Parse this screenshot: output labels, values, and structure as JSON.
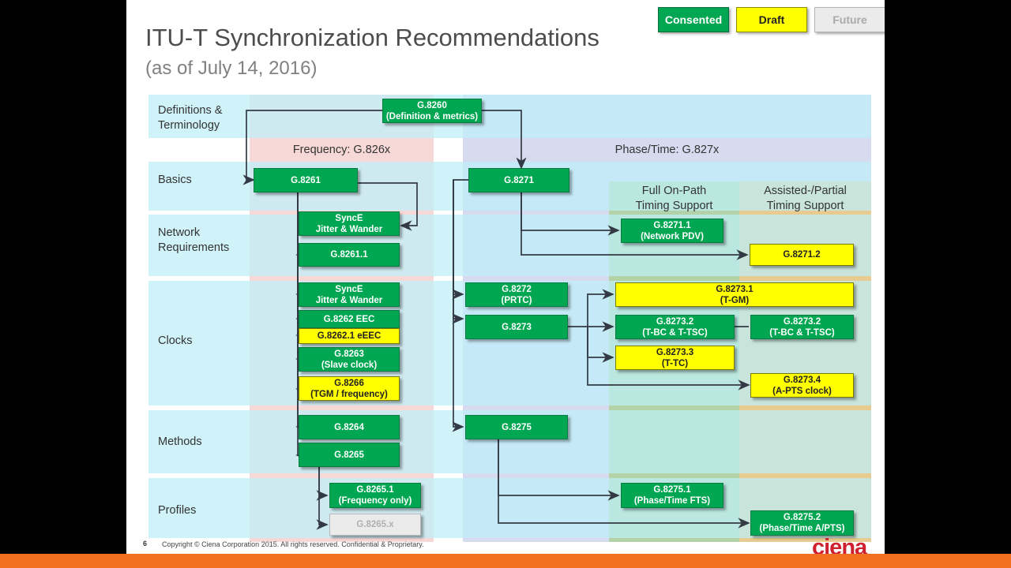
{
  "title": "ITU-T Synchronization Recommendations",
  "subtitle": "(as of July 14, 2016)",
  "legend": [
    {
      "label": "Consented",
      "color": "#00a651",
      "style": "green"
    },
    {
      "label": "Draft",
      "color": "#ffff00",
      "style": "yellow"
    },
    {
      "label": "Future",
      "color": "#ebebeb",
      "style": "grey"
    }
  ],
  "row_labels": [
    {
      "line1": "Definitions &",
      "line2": "Terminology"
    },
    {
      "line1": "Basics",
      "line2": ""
    },
    {
      "line1": "Network",
      "line2": "Requirements"
    },
    {
      "line1": "Clocks",
      "line2": ""
    },
    {
      "line1": "Methods",
      "line2": ""
    },
    {
      "line1": "Profiles",
      "line2": ""
    }
  ],
  "column_headers": {
    "frequency": "Frequency: G.826x",
    "phase_time": "Phase/Time: G.827x",
    "full_on_path": {
      "line1": "Full On-Path",
      "line2": "Timing Support"
    },
    "assisted_partial": {
      "line1": "Assisted-/Partial",
      "line2": "Timing Support"
    }
  },
  "boxes": [
    {
      "id": "g8260",
      "line1": "G.8260",
      "line2": "(Definition & metrics)",
      "style": "green"
    },
    {
      "id": "g8261",
      "line1": "G.8261",
      "line2": "",
      "style": "green"
    },
    {
      "id": "g8271",
      "line1": "G.8271",
      "line2": "",
      "style": "green"
    },
    {
      "id": "synce1",
      "line1": "SyncE",
      "line2": "Jitter & Wander",
      "style": "green"
    },
    {
      "id": "g82611",
      "line1": "G.8261.1",
      "line2": "",
      "style": "green"
    },
    {
      "id": "g82711",
      "line1": "G.8271.1",
      "line2": "(Network PDV)",
      "style": "green"
    },
    {
      "id": "g82712",
      "line1": "G.8271.2",
      "line2": "",
      "style": "yellow"
    },
    {
      "id": "synce2",
      "line1": "SyncE",
      "line2": "Jitter & Wander",
      "style": "green"
    },
    {
      "id": "g8262",
      "line1": "G.8262 EEC",
      "line2": "",
      "style": "green"
    },
    {
      "id": "g82621",
      "line1": "G.8262.1 eEEC",
      "line2": "",
      "style": "yellow"
    },
    {
      "id": "g8263",
      "line1": "G.8263",
      "line2": "(Slave clock)",
      "style": "green"
    },
    {
      "id": "g8266",
      "line1": "G.8266",
      "line2": "(TGM / frequency)",
      "style": "yellow"
    },
    {
      "id": "g8272",
      "line1": "G.8272",
      "line2": "(PRTC)",
      "style": "green"
    },
    {
      "id": "g8273",
      "line1": "G.8273",
      "line2": "",
      "style": "green"
    },
    {
      "id": "g82731",
      "line1": "G.8273.1",
      "line2": "(T-GM)",
      "style": "yellow"
    },
    {
      "id": "g82732a",
      "line1": "G.8273.2",
      "line2": "(T-BC & T-TSC)",
      "style": "green"
    },
    {
      "id": "g82732b",
      "line1": "G.8273.2",
      "line2": "(T-BC & T-TSC)",
      "style": "green"
    },
    {
      "id": "g82733",
      "line1": "G.8273.3",
      "line2": "(T-TC)",
      "style": "yellow"
    },
    {
      "id": "g82734",
      "line1": "G.8273.4",
      "line2": "(A-PTS clock)",
      "style": "yellow"
    },
    {
      "id": "g8264",
      "line1": "G.8264",
      "line2": "",
      "style": "green"
    },
    {
      "id": "g8265",
      "line1": "G.8265",
      "line2": "",
      "style": "green"
    },
    {
      "id": "g8275",
      "line1": "G.8275",
      "line2": "",
      "style": "green"
    },
    {
      "id": "g82651",
      "line1": "G.8265.1",
      "line2": "(Frequency only)",
      "style": "green"
    },
    {
      "id": "g8265x",
      "line1": "G.8265.x",
      "line2": "",
      "style": "grey"
    },
    {
      "id": "g82751",
      "line1": "G.8275.1",
      "line2": "(Phase/Time FTS)",
      "style": "green"
    },
    {
      "id": "g82752",
      "line1": "G.8275.2",
      "line2": "(Phase/Time A/PTS)",
      "style": "green"
    }
  ],
  "footer": {
    "page_number": "6",
    "copyright": "Copyright © Ciena Corporation 2015. All rights reserved. Confidential & Proprietary.",
    "logo": "ciena"
  },
  "colors": {
    "green": "#00a651",
    "yellow": "#ffff00",
    "grey": "#ebebeb",
    "row_band": "#d9f2f8",
    "freq_band": "#f9ddd9",
    "phase_band": "#dcdcf0",
    "on_path_band": "#b7d5ab",
    "assisted_band": "#e9cd92",
    "brand_red": "#cf2030",
    "brand_orange": "#f37021"
  }
}
